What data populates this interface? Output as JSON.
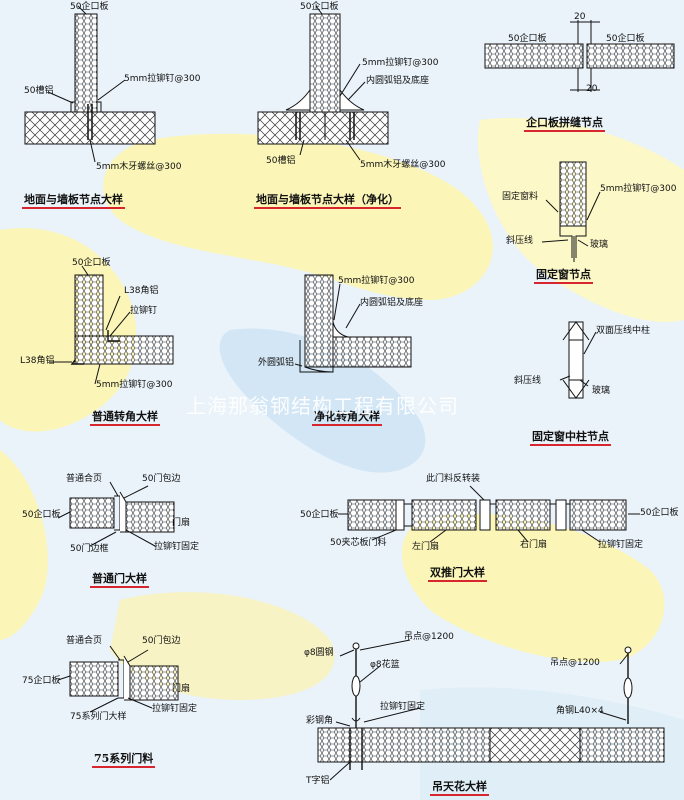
{
  "watermark": "上海那翁钢结构工程有限公司",
  "colors": {
    "title_underline": "#d8262f",
    "line": "#111111",
    "map_land": "#fbf6b8",
    "map_sea": "#cfe3f3"
  },
  "details": {
    "floor_wall": {
      "title": "地面与墙板节点大样",
      "panel": "50企口板",
      "trough": "50槽铝",
      "rivet": "5mm拉铆钉@300",
      "screw": "5mm木牙螺丝@300"
    },
    "floor_wall_clean": {
      "title": "地面与墙板节点大样（净化）",
      "panel": "50企口板",
      "rivet": "5mm拉铆钉@300",
      "arc": "内圆弧铝及底座",
      "trough": "50槽铝",
      "screw": "5mm木牙螺丝@300"
    },
    "panel_joint": {
      "title": "企口板拼缝节点",
      "panel_left": "50企口板",
      "panel_right": "50企口板",
      "dim_top": "20",
      "dim_bottom": "20"
    },
    "fixed_window": {
      "title": "固定窗节点",
      "frame": "固定窗料",
      "rivet": "5mm拉铆钉@300",
      "bead": "斜压线",
      "glass": "玻璃"
    },
    "corner": {
      "title": "普通转角大样",
      "panel": "50企口板",
      "angle_top": "L38角铝",
      "rivet": "拉铆钉",
      "angle_left": "L38角铝",
      "rivet_spacing": "5mm拉铆钉@300"
    },
    "clean_corner": {
      "title": "净化转角大样",
      "rivet": "5mm拉铆钉@300",
      "arc": "内圆弧铝及底座",
      "outer_arc": "外圆弧铝"
    },
    "window_post": {
      "title": "固定窗中柱节点",
      "post": "双面压线中柱",
      "bead": "斜压线",
      "glass": "玻璃"
    },
    "door": {
      "title": "普通门大样",
      "hinge": "普通合页",
      "edge": "50门包边",
      "panel": "50企口板",
      "leaf": "门扇",
      "frame": "50门边框",
      "rivet": "拉铆钉固定"
    },
    "double_door": {
      "title": "双推门大样",
      "top": "此门料反转装",
      "panel_left": "50企口板",
      "panel_right": "50企口板",
      "sandwich": "50夹芯板门料",
      "left_leaf": "左门扇",
      "right_leaf": "右门扇",
      "rivet": "拉铆钉固定"
    },
    "door75": {
      "title": "75系列门料",
      "hinge": "普通合页",
      "edge": "50门包边",
      "panel": "75企口板",
      "leaf": "门扇",
      "rivet": "拉铆钉固定",
      "frame": "75系列门大样"
    },
    "ceiling": {
      "title": "吊天花大样",
      "hanger": "吊点@1200",
      "rod": "φ8圆钢",
      "turnbuckle": "φ8花篮",
      "hanger_right": "吊点@1200",
      "channel": "彩钢角",
      "rivet": "拉铆钉固定",
      "angle": "角钢L40×4",
      "tee": "T字铝"
    }
  }
}
